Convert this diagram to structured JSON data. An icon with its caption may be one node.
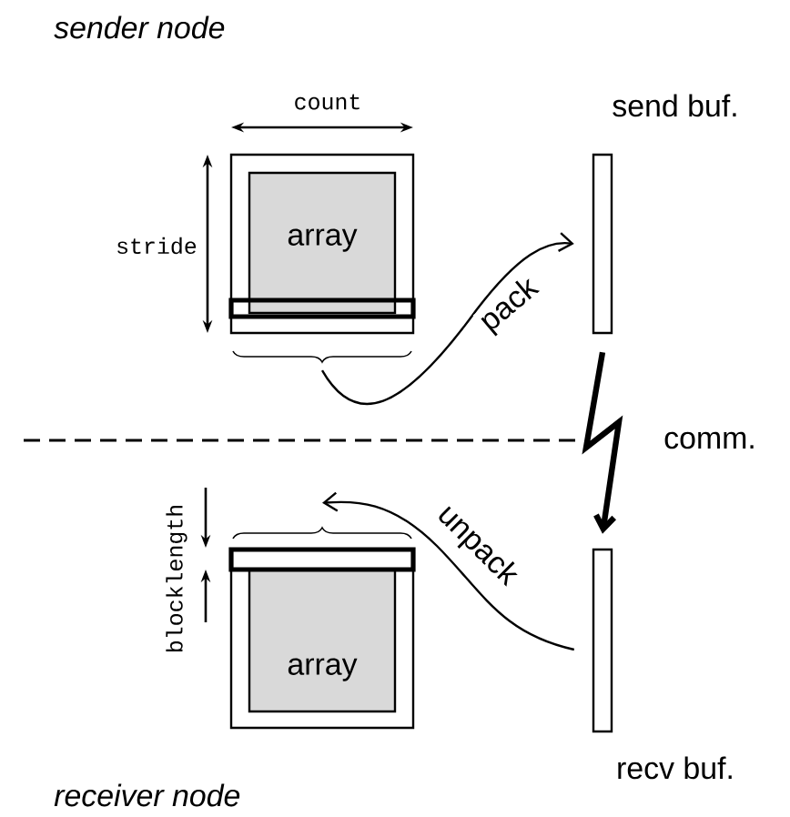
{
  "diagram": {
    "nodes": [
      {
        "text": [
          "array"
        ]
      },
      {
        "text": [
          "send buf."
        ]
      },
      {
        "text": [
          "array"
        ]
      },
      {
        "text": [
          "recv buf."
        ]
      }
    ],
    "edges": [
      {
        "from": 0,
        "to": 1,
        "arrow": "to",
        "label": "pack"
      },
      {
        "from": 1,
        "to": 3,
        "arrow": "to",
        "label": "comm.",
        "style": "thick"
      },
      {
        "from": 3,
        "to": 2,
        "arrow": "to",
        "label": "unpack"
      }
    ],
    "labels": [
      "sender node",
      "count",
      "stride",
      "blocklength",
      "receiver node"
    ]
  }
}
